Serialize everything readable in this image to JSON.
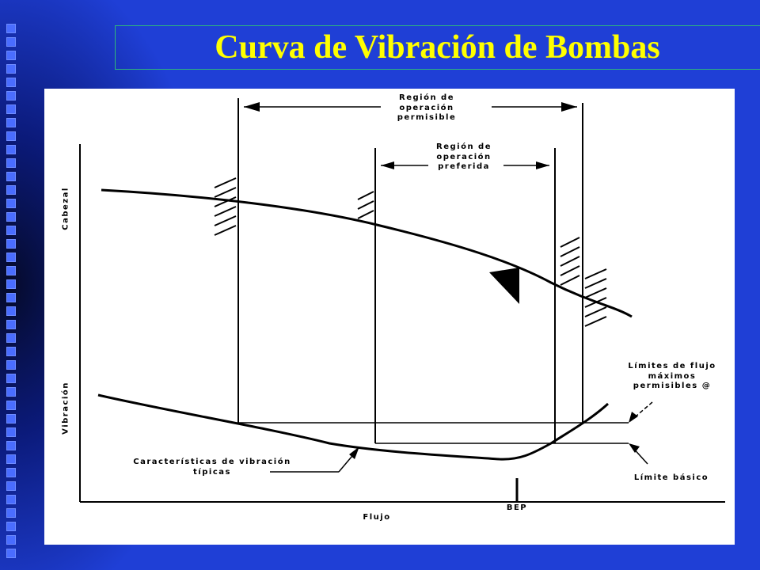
{
  "slide": {
    "title": "Curva de Vibración de Bombas"
  },
  "diagram": {
    "region_permisible": [
      "Región de",
      "operación",
      "permisible"
    ],
    "region_preferida": [
      "Región de",
      "operación",
      "preferida"
    ],
    "axis_y_top": "Cabezal",
    "axis_y_bottom": "Vibración",
    "axis_x": "Flujo",
    "bep": "BEP",
    "limites_flujo": [
      "Límites de flujo",
      "máximos",
      "permisibles @"
    ],
    "limite_basico": "Límite básico",
    "caracteristicas": [
      "Características de vibración",
      "típicas"
    ]
  },
  "colors": {
    "background": "#1f3fd6",
    "title": "#ffff00",
    "figure_bg": "#ffffff",
    "ink": "#000000"
  }
}
